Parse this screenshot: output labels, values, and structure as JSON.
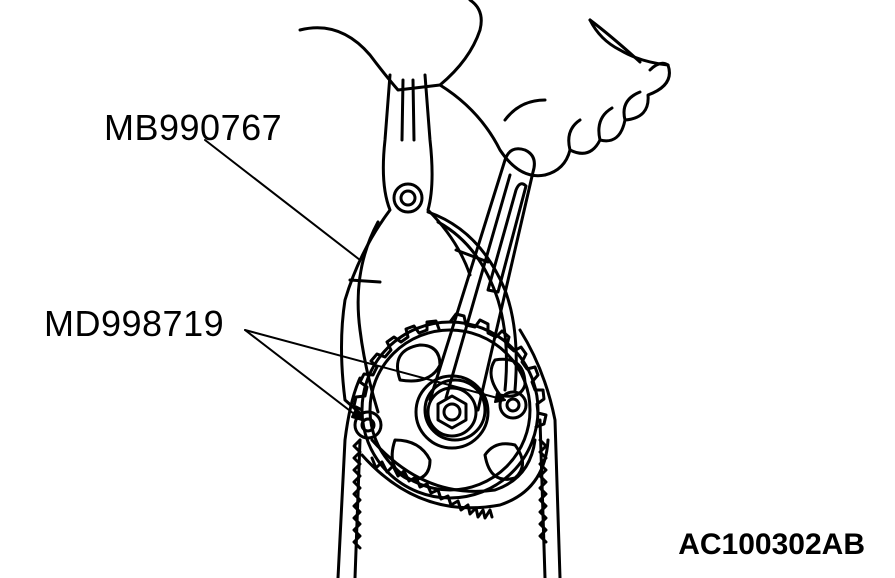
{
  "callouts": {
    "tool_1": "MB990767",
    "tool_2": "MD998719"
  },
  "figure_id": "AC100302AB",
  "colors": {
    "ink": "#000000",
    "paper": "#ffffff"
  }
}
